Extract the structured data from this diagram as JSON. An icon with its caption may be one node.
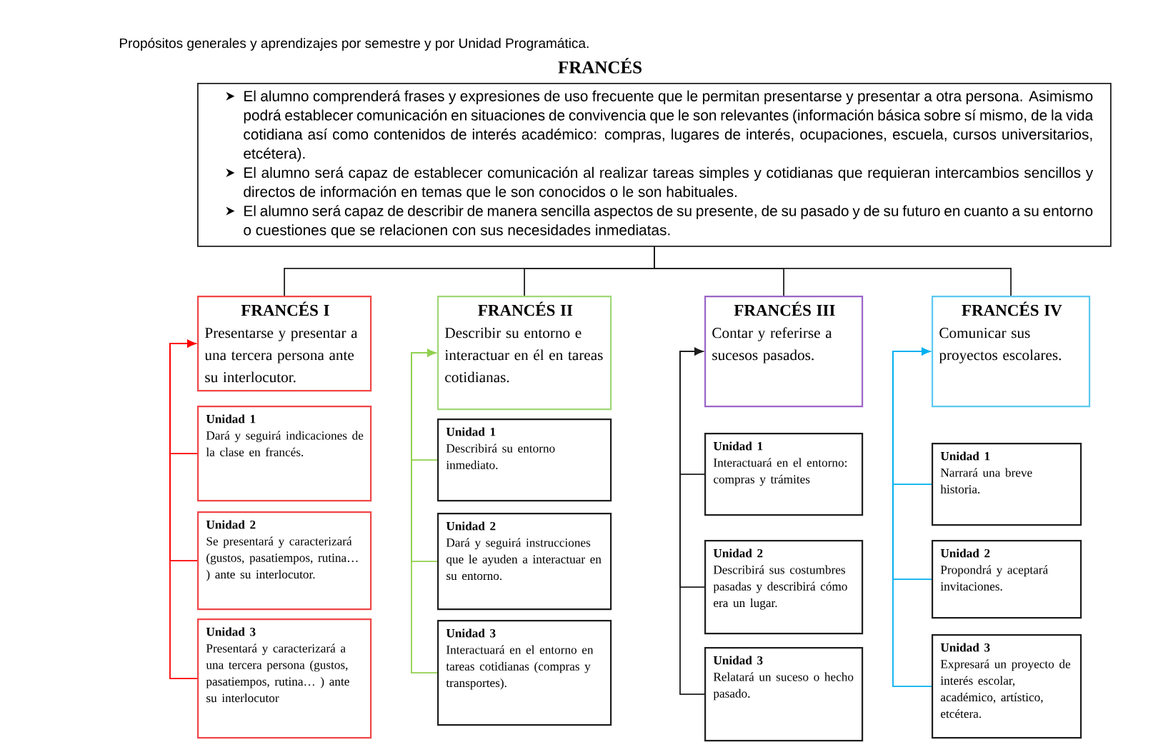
{
  "diagram": {
    "title": "FRANCÉS",
    "labels": [
      "Propósitos generales y aprendizajes por semestre y por Unidad Programática."
    ],
    "nodes": [
      {
        "text": [
          "El alumno comprenderá frases y expresiones de uso frecuente que le permitan presentarse y presentar a otra persona. Asimismo podrá establecer comunicación en situaciones de convivencia que le son relevantes (información básica sobre sí mismo, de la vida cotidiana así como contenidos de interés académico: compras, lugares de interés, ocupaciones, escuela, cursos universitarios, etcétera).",
          "El alumno será capaz de establecer comunicación al realizar tareas simples y cotidianas que requieran intercambios sencillos y directos de información en temas que le son conocidos o le son habituales.",
          "El alumno será capaz de describir de manera sencilla aspectos de su presente, de su pasado y de su futuro en cuanto a su entorno o cuestiones que se relacionen con sus necesidades inmediatas."
        ]
      },
      {
        "text": [
          "FRANCÉS I",
          "Presentarse y presentar a una tercera persona ante su interlocutor."
        ]
      },
      {
        "text": [
          "Unidad 1",
          "Dará y seguirá indicaciones de la clase en francés."
        ]
      },
      {
        "text": [
          "Unidad 2",
          "Se presentará y caracterizará (gustos, pasatiempos, rutina… ) ante su interlocutor."
        ]
      },
      {
        "text": [
          "Unidad 3",
          "Presentará y caracterizará a una tercera persona (gustos, pasatiempos, rutina… ) ante su interlocutor"
        ]
      },
      {
        "text": [
          "FRANCÉS II",
          "Describir su entorno e interactuar en él en tareas cotidianas."
        ]
      },
      {
        "text": [
          "Unidad 1",
          "Describirá su entorno inmediato."
        ]
      },
      {
        "text": [
          "Unidad 2",
          "Dará y seguirá instrucciones que le ayuden a interactuar en su entorno."
        ]
      },
      {
        "text": [
          "Unidad 3",
          "Interactuará en el entorno en tareas cotidianas (compras y transportes)."
        ]
      },
      {
        "text": [
          "FRANCÉS III",
          "Contar y referirse a sucesos pasados."
        ]
      },
      {
        "text": [
          "Unidad 1",
          "Interactuará en el entorno: compras y trámites"
        ]
      },
      {
        "text": [
          "Unidad 2",
          "Describirá sus costumbres pasadas y describirá cómo era un lugar."
        ]
      },
      {
        "text": [
          "Unidad 3",
          "Relatará un suceso o hecho pasado."
        ]
      },
      {
        "text": [
          "FRANCÉS IV",
          "Comunicar sus proyectos escolares."
        ]
      },
      {
        "text": [
          "Unidad 1",
          "Narrará una breve historia."
        ]
      },
      {
        "text": [
          "Unidad 2",
          "Propondrá y aceptará invitaciones."
        ]
      },
      {
        "text": [
          "Unidad 3",
          "Expresará un proyecto de interés escolar, académico, artístico, etcétera."
        ]
      }
    ],
    "edges": [
      {
        "from": 0,
        "to": 1,
        "arrow": "none"
      },
      {
        "from": 0,
        "to": 5,
        "arrow": "none"
      },
      {
        "from": 0,
        "to": 9,
        "arrow": "none"
      },
      {
        "from": 0,
        "to": 13,
        "arrow": "none"
      },
      {
        "from": 2,
        "to": 1,
        "arrow": "to",
        "color": "#ff0000"
      },
      {
        "from": 3,
        "to": 1,
        "arrow": "to",
        "color": "#ff0000"
      },
      {
        "from": 4,
        "to": 1,
        "arrow": "to",
        "color": "#ff0000"
      },
      {
        "from": 6,
        "to": 5,
        "arrow": "to",
        "color": "#92d050"
      },
      {
        "from": 7,
        "to": 5,
        "arrow": "to",
        "color": "#92d050"
      },
      {
        "from": 8,
        "to": 5,
        "arrow": "to",
        "color": "#92d050"
      },
      {
        "from": 10,
        "to": 9,
        "arrow": "to"
      },
      {
        "from": 11,
        "to": 9,
        "arrow": "to"
      },
      {
        "from": 12,
        "to": 9,
        "arrow": "to"
      },
      {
        "from": 14,
        "to": 13,
        "arrow": "to",
        "color": "#00b0f0"
      },
      {
        "from": 15,
        "to": 13,
        "arrow": "to",
        "color": "#00b0f0"
      },
      {
        "from": 16,
        "to": 13,
        "arrow": "to",
        "color": "#00b0f0"
      }
    ]
  }
}
